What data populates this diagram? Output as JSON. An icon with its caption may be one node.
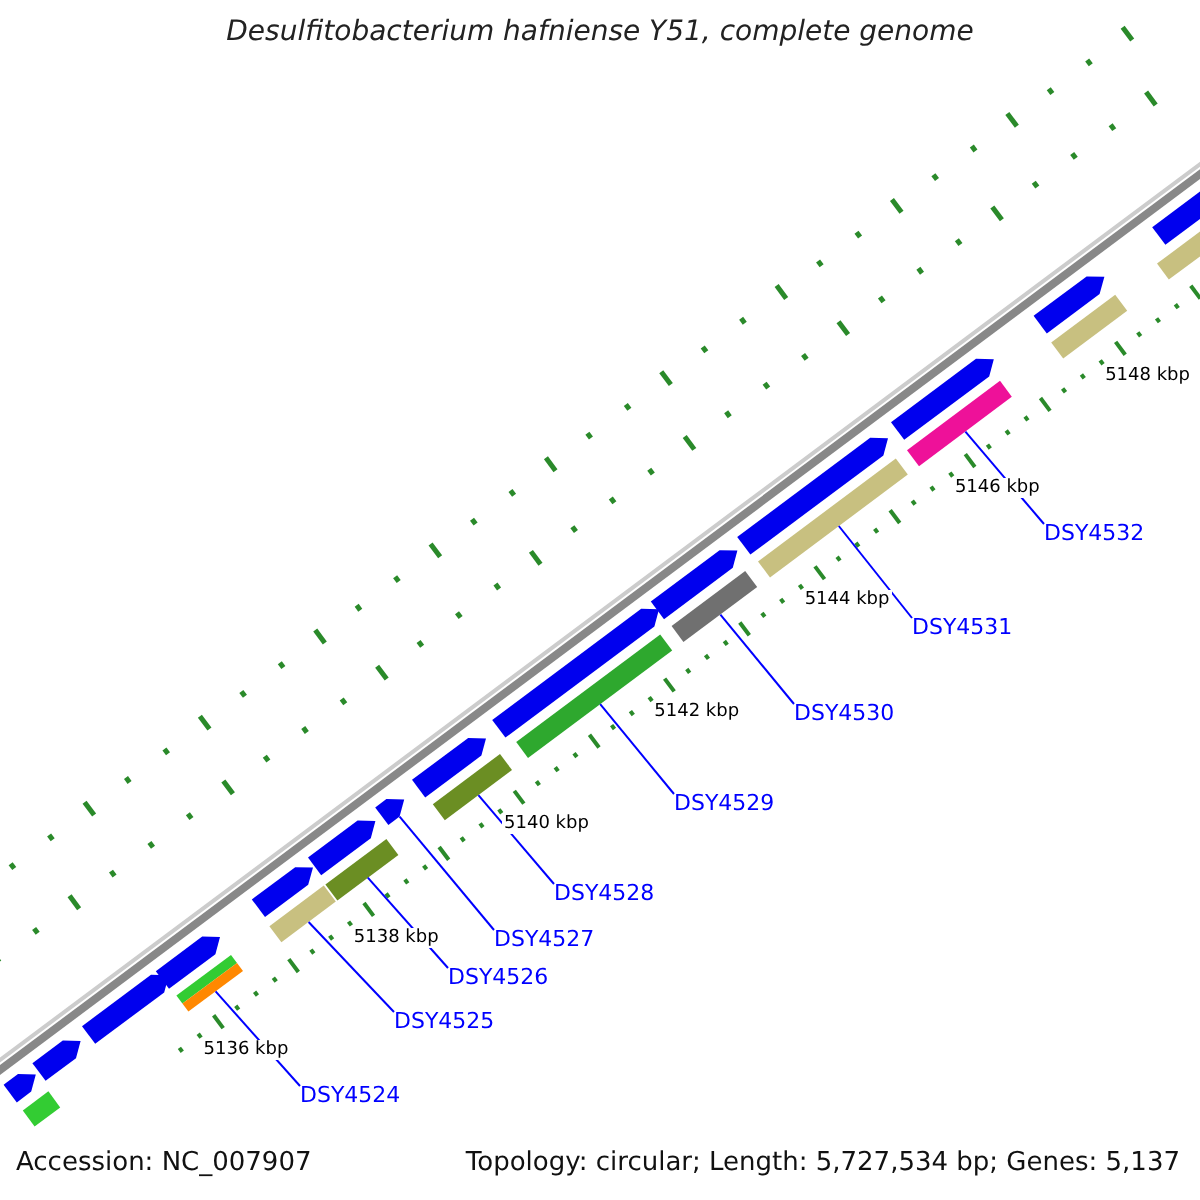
{
  "diagram": {
    "title": "Desulfitobacterium hafniense Y51, complete genome",
    "nodes": [
      {
        "text": [
          "DSY4524"
        ]
      },
      {
        "text": [
          "DSY4525"
        ]
      },
      {
        "text": [
          "DSY4526"
        ]
      },
      {
        "text": [
          "DSY4527"
        ]
      },
      {
        "text": [
          "DSY4528"
        ]
      },
      {
        "text": [
          "DSY4529"
        ]
      },
      {
        "text": [
          "DSY4530"
        ]
      },
      {
        "text": [
          "DSY4531"
        ]
      },
      {
        "text": [
          "DSY4532"
        ]
      },
      {
        "text": [],
        "shape": "arrow"
      },
      {
        "text": [],
        "shape": "arrow"
      },
      {
        "text": [],
        "shape": "arrow"
      },
      {
        "text": [],
        "shape": "arrow"
      },
      {
        "text": [],
        "shape": "arrow"
      },
      {
        "text": [],
        "shape": "arrow"
      },
      {
        "text": [],
        "shape": "arrow"
      },
      {
        "text": [],
        "shape": "arrow"
      },
      {
        "text": [],
        "shape": "arrow"
      },
      {
        "text": [],
        "shape": "arrow"
      },
      {
        "text": [],
        "shape": "arrow"
      },
      {
        "text": [],
        "shape": "arrow"
      },
      {
        "text": [],
        "shape": "arrow"
      },
      {
        "text": [],
        "shape": "arrow"
      },
      {
        "text": [],
        "shape": "bar"
      },
      {
        "text": [],
        "shape": "bar"
      },
      {
        "text": [],
        "shape": "bar"
      },
      {
        "text": [],
        "shape": "bar"
      },
      {
        "text": [],
        "shape": "bar"
      },
      {
        "text": [],
        "shape": "bar"
      },
      {
        "text": [],
        "shape": "bar"
      },
      {
        "text": [],
        "shape": "bar"
      },
      {
        "text": [],
        "shape": "bar"
      },
      {
        "text": [],
        "shape": "bar"
      },
      {
        "text": [],
        "shape": "bar"
      }
    ],
    "edges": [
      {
        "from": 0,
        "to": 24,
        "arrow": "none"
      },
      {
        "from": 1,
        "to": 25,
        "arrow": "none"
      },
      {
        "from": 2,
        "to": 26,
        "arrow": "none"
      },
      {
        "from": 3,
        "to": 15,
        "arrow": "none"
      },
      {
        "from": 4,
        "to": 27,
        "arrow": "none"
      },
      {
        "from": 5,
        "to": 28,
        "arrow": "none"
      },
      {
        "from": 6,
        "to": 29,
        "arrow": "none"
      },
      {
        "from": 7,
        "to": 30,
        "arrow": "none"
      },
      {
        "from": 8,
        "to": 31,
        "arrow": "none"
      }
    ],
    "labels": [
      "5136 kbp",
      "5138 kbp",
      "5140 kbp",
      "5142 kbp",
      "5144 kbp",
      "5146 kbp",
      "5148 kbp",
      "Accession: NC_007907",
      "Topology: circular; Length: 5,727,534 bp; Genes: 5,137"
    ]
  }
}
